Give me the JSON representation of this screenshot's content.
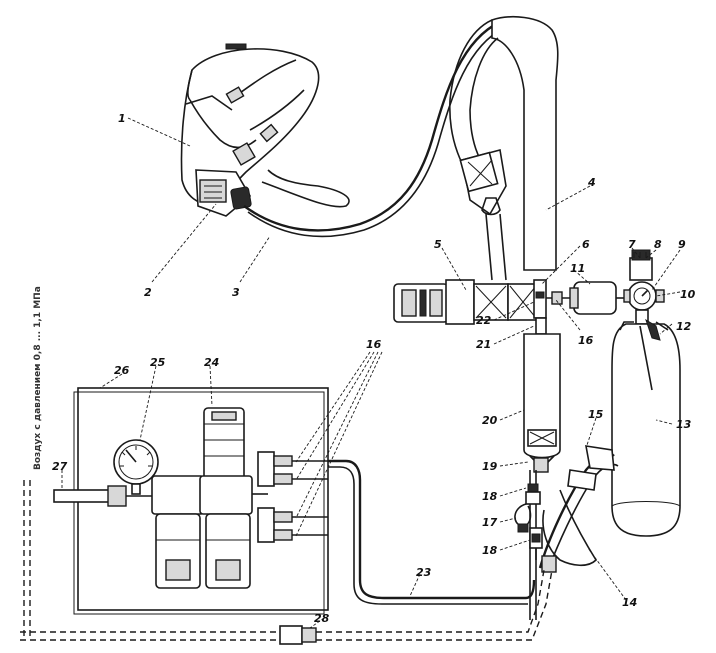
{
  "diagram": {
    "side_note": "Воздух с давлением 0,8 ... 1,1 МПа",
    "labels": [
      {
        "id": "l1",
        "text": "1"
      },
      {
        "id": "l2",
        "text": "2"
      },
      {
        "id": "l3",
        "text": "3"
      },
      {
        "id": "l4",
        "text": "4"
      },
      {
        "id": "l5",
        "text": "5"
      },
      {
        "id": "l6",
        "text": "6"
      },
      {
        "id": "l7",
        "text": "7"
      },
      {
        "id": "l8",
        "text": "8"
      },
      {
        "id": "l9",
        "text": "9"
      },
      {
        "id": "l10",
        "text": "10"
      },
      {
        "id": "l11",
        "text": "11"
      },
      {
        "id": "l12",
        "text": "12"
      },
      {
        "id": "l13",
        "text": "13"
      },
      {
        "id": "l14",
        "text": "14"
      },
      {
        "id": "l15",
        "text": "15"
      },
      {
        "id": "l16a",
        "text": "16"
      },
      {
        "id": "l16b",
        "text": "16"
      },
      {
        "id": "l17",
        "text": "17"
      },
      {
        "id": "l18a",
        "text": "18"
      },
      {
        "id": "l18b",
        "text": "18"
      },
      {
        "id": "l19",
        "text": "19"
      },
      {
        "id": "l20",
        "text": "20"
      },
      {
        "id": "l21",
        "text": "21"
      },
      {
        "id": "l22",
        "text": "22"
      },
      {
        "id": "l23",
        "text": "23"
      },
      {
        "id": "l24",
        "text": "24"
      },
      {
        "id": "l25",
        "text": "25"
      },
      {
        "id": "l26",
        "text": "26"
      },
      {
        "id": "l27",
        "text": "27"
      },
      {
        "id": "l28",
        "text": "28"
      }
    ]
  }
}
